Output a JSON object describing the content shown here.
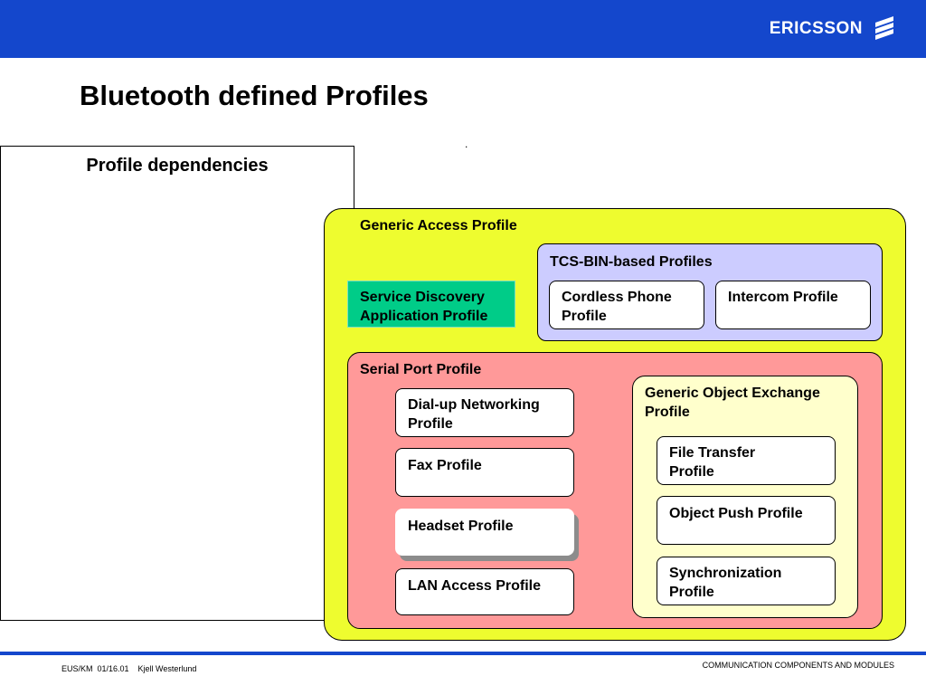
{
  "header": {
    "brand": "ERICSSON"
  },
  "slide": {
    "title": "Bluetooth defined Profiles",
    "dot": "."
  },
  "panel": {
    "title": "Profile dependencies"
  },
  "diagram": {
    "generic_access": "Generic Access Profile",
    "tcs_bin": "TCS-BIN-based Profiles",
    "cordless_line1": "Cordless Phone",
    "cordless_line2": "Profile",
    "intercom": "Intercom Profile",
    "sdap_line1": "Service Discovery",
    "sdap_line2": "Application Profile",
    "serial_port": "Serial Port Profile",
    "dialup_line1": "Dial-up Networking",
    "dialup_line2": "Profile",
    "fax": "Fax Profile",
    "headset": "Headset Profile",
    "lan": "LAN Access Profile",
    "goep_line1": "Generic Object Exchange",
    "goep_line2": "Profile",
    "file_transfer_line1": "File Transfer",
    "file_transfer_line2": "Profile",
    "object_push": "Object Push Profile",
    "sync_line1": "Synchronization",
    "sync_line2": "Profile"
  },
  "footer": {
    "left": "EUS/KM  01/16.01    Kjell Westerlund",
    "right": "COMMUNICATION COMPONENTS AND MODULES"
  },
  "colors": {
    "brand_blue": "#1447cc",
    "gap_yellow": "#eefc2f",
    "tcs_lavender": "#ccccff",
    "spp_pink": "#ff9999",
    "goep_cream": "#ffffcc",
    "sdap_green": "#00cc88"
  }
}
